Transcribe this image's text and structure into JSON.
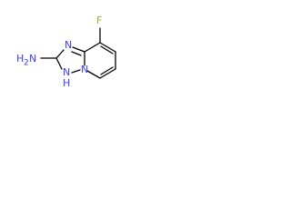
{
  "structure": {
    "atoms": {
      "fluorine": "F",
      "ring_nitrogen_top": "N",
      "ring_nitrogen_bridge": "N",
      "ring_nitrogen_nh_n": "N",
      "ring_nitrogen_nh_h": "H",
      "amine_n": "N",
      "amine_h": "H",
      "amine_h_subscript": "2"
    },
    "colors": {
      "bond": "#000000",
      "fluorine": "#8fbf2f",
      "nitrogen": "#3a3aff",
      "hydrogen": "#000000"
    }
  }
}
